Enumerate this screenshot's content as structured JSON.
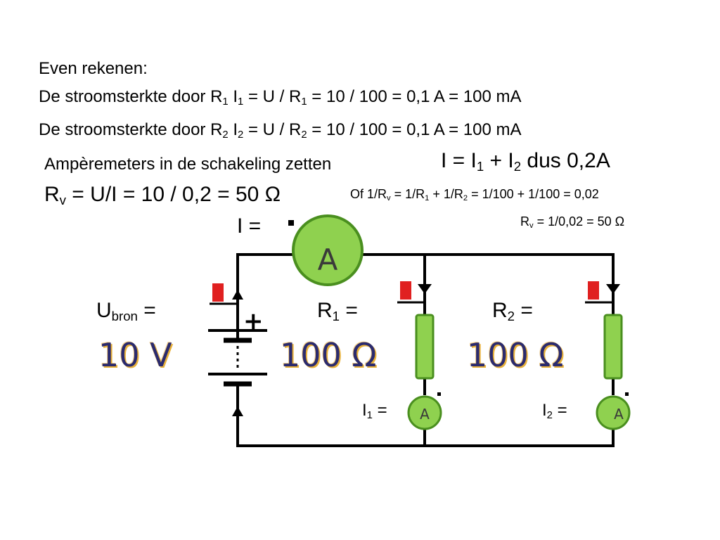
{
  "text": {
    "line0": "Even rekenen:",
    "line1": {
      "a": "De stroomsterkte door R",
      "s1": "1",
      "b": "  I",
      "s2": "1",
      "c": " = U / R",
      "s3": "1",
      "d": " = 10 / 100 = 0,1 A = 100 mA"
    },
    "line2": {
      "a": "De stroomsterkte door R",
      "s1": "2",
      "b": "  I",
      "s2": "2",
      "c": " = U / R",
      "s3": "2",
      "d": " = 10 / 100 = 0,1 A = 100 mA"
    },
    "line3": "Ampèremeters in de schakeling zetten",
    "line3b": {
      "a": "I = I",
      "s1": "1",
      "b": " + I",
      "s2": "2",
      "c": " dus 0,2A"
    },
    "line4": {
      "a": "R",
      "s1": "v",
      "b": " = U/I  = 10 / 0,2 = 50 Ω"
    },
    "line4b": {
      "a": "Of  1/R",
      "s1": "v",
      "b": " = 1/R",
      "s2": "1",
      "c": " + 1/R",
      "s3": "2",
      "d": " = 1/100 + 1/100 = 0,02"
    },
    "line5": {
      "a": "R",
      "s1": "v",
      "b": " = 1/0,02 = 50 Ω"
    }
  },
  "circuit": {
    "i_total_label": "I =",
    "ubron": {
      "a": "U",
      "s": "bron",
      "b": " ="
    },
    "ubron_value": "10 V",
    "r1": {
      "a": "R",
      "s": "1",
      "b": " ="
    },
    "r1_value": "100 Ω",
    "r2": {
      "a": "R",
      "s": "2",
      "b": " ="
    },
    "r2_value": "100 Ω",
    "i1": {
      "a": "I",
      "s": "1",
      "b": " ="
    },
    "i2": {
      "a": "I",
      "s": "2",
      "b": " ="
    },
    "ammeter_symbol": "A",
    "plus_sign": "+",
    "colors": {
      "wire": "#000000",
      "meter_fill": "#8fd14f",
      "meter_stroke": "#4a8f1f",
      "resistor_fill": "#8fd14f",
      "resistor_stroke": "#4a8f1f",
      "switch_red": "#e02020",
      "value_text": "#2b2b6e",
      "value_glow": "#e8b13a"
    }
  }
}
